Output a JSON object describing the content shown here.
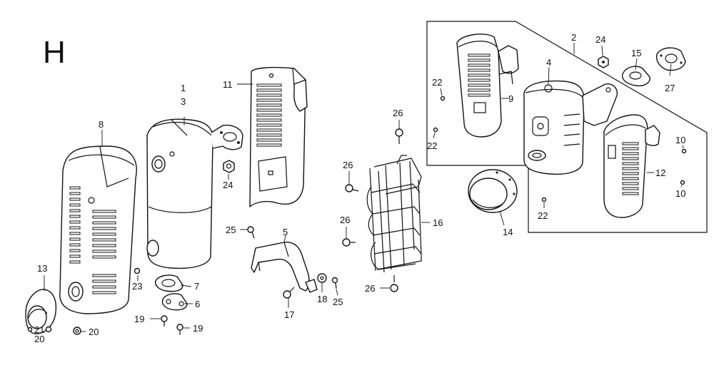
{
  "diagram": {
    "section_letter": "H",
    "callouts": {
      "c1": "1",
      "c3": "3",
      "c8": "8",
      "c11": "11",
      "c13": "13",
      "c21": "21",
      "c20a": "20",
      "c20b": "20",
      "c23": "23",
      "c7": "7",
      "c6": "6",
      "c19a": "19",
      "c19b": "19",
      "c24a": "24",
      "c25a": "25",
      "c5": "5",
      "c17": "17",
      "c18": "18",
      "c25b": "25",
      "c26a": "26",
      "c26b": "26",
      "c26c": "26",
      "c26d": "26",
      "c16": "16",
      "c2": "2",
      "c24b": "24",
      "c15": "15",
      "c27": "27",
      "c4": "4",
      "c9": "9",
      "c22a": "22",
      "c22b": "22",
      "c22c": "22",
      "c12": "12",
      "c10a": "10",
      "c10b": "10",
      "c14": "14"
    }
  }
}
